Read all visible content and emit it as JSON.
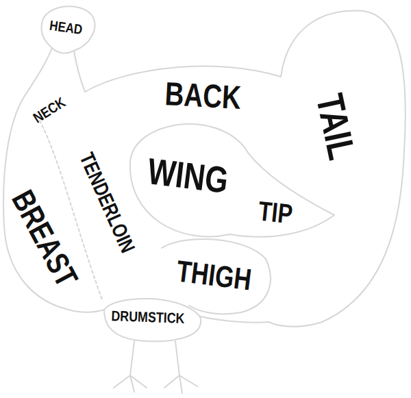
{
  "diagram": {
    "labels": [
      "HEAD",
      "NECK",
      "BACK",
      "TAIL",
      "WING",
      "TENDERLOIN",
      "TIP",
      "BREAST",
      "THIGH",
      "DRUMSTICK"
    ]
  }
}
